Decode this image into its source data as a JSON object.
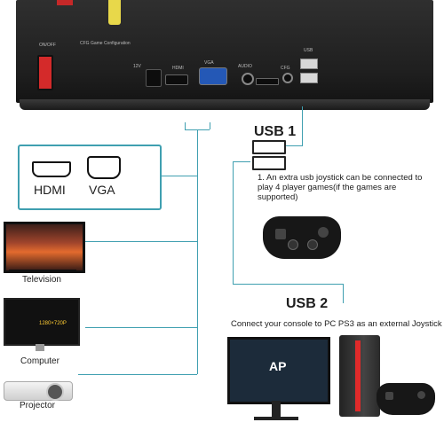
{
  "panel": {
    "config_label": "CFG Game Configuration",
    "on_off_label": "ON/OFF",
    "dc12v_label": "12V",
    "hdmi_port_label": "HDMI",
    "vga_port_label": "VGA",
    "audio_label": "AUDIO",
    "usb_label": "USB",
    "cfg_label": "CFG"
  },
  "outputs": {
    "hdmi_label": "HDMI",
    "vga_label": "VGA"
  },
  "devices": {
    "television": "Television",
    "computer": "Computer",
    "projector": "Projector"
  },
  "usb1": {
    "title": "USB 1",
    "description": "1. An extra usb joystick can be connected to play 4 player games(if the games are supported)"
  },
  "usb2": {
    "title": "USB 2",
    "description": "Connect your console to PC PS3 as an external Joystick"
  },
  "screens": {
    "computer_screen_text": "1280×720P",
    "monitor_logo": "AP"
  },
  "colors": {
    "connector_line": "#3f9fb0",
    "panel": "#222222",
    "power_switch": "#d42a2a"
  }
}
